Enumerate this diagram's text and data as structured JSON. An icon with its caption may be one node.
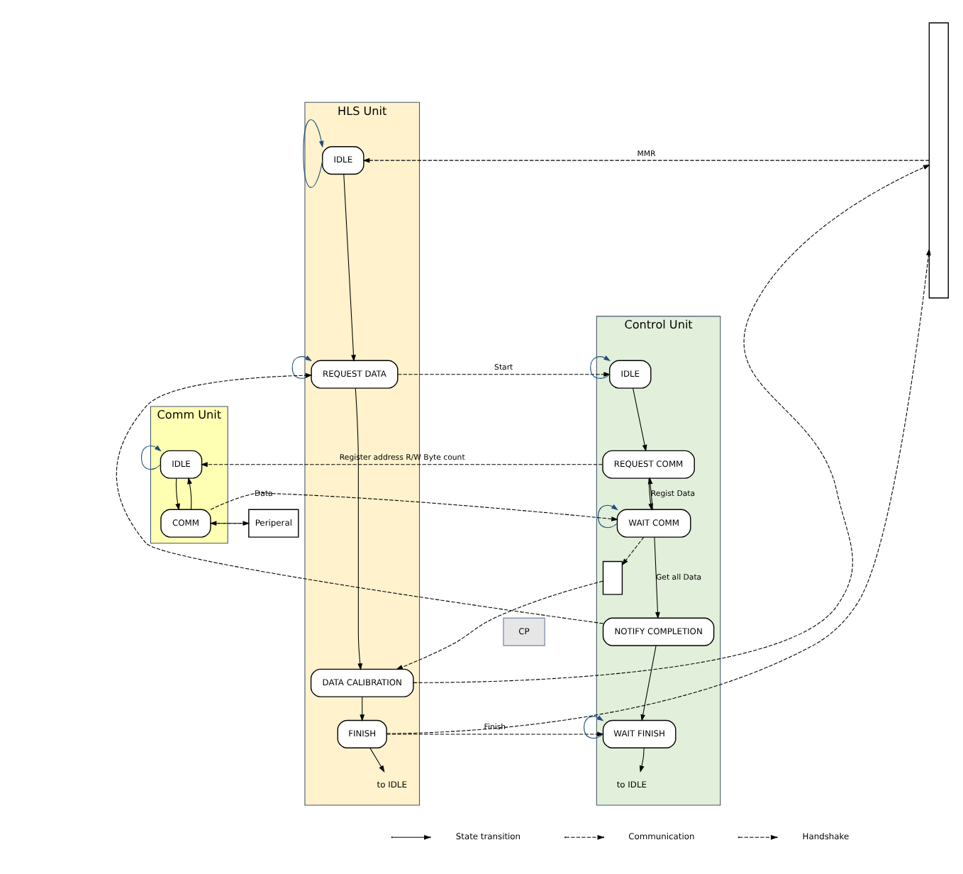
{
  "diagram": {
    "nodes": [
      {
        "text": [
          "HLS Unit"
        ]
      },
      {
        "text": [
          "IDLE"
        ],
        "in": 0
      },
      {
        "text": [
          "REQUEST DATA"
        ],
        "in": 0
      },
      {
        "text": [
          "DATA CALIBRATION"
        ],
        "in": 0
      },
      {
        "text": [
          "FINISH"
        ],
        "in": 0
      },
      {
        "text": [
          "to IDLE"
        ],
        "in": 0
      },
      {
        "text": [
          "Control Unit"
        ]
      },
      {
        "text": [
          "IDLE"
        ],
        "in": 6
      },
      {
        "text": [
          "REQUEST COMM"
        ],
        "in": 6
      },
      {
        "text": [
          "WAIT COMM"
        ],
        "in": 6
      },
      {
        "text": [
          "NOTIFY COMPLETION"
        ],
        "in": 6
      },
      {
        "text": [
          "WAIT FINISH"
        ],
        "in": 6
      },
      {
        "text": [
          "to IDLE"
        ],
        "in": 6
      },
      {
        "text": [],
        "shape": "box",
        "in": 6
      },
      {
        "text": [
          "Comm Unit"
        ]
      },
      {
        "text": [
          "IDLE"
        ],
        "in": 14
      },
      {
        "text": [
          "COMM"
        ],
        "in": 14
      },
      {
        "text": [
          "Periperal"
        ]
      },
      {
        "text": [
          "CP"
        ]
      },
      {
        "text": [],
        "shape": "bar"
      }
    ],
    "edges": [
      {
        "from": 19,
        "to": 1,
        "arrow": "to",
        "style": "dashed",
        "label": "MMR"
      },
      {
        "from": 1,
        "to": 1,
        "arrow": "to",
        "color": "#1f4e79"
      },
      {
        "from": 1,
        "to": 2,
        "arrow": "to"
      },
      {
        "from": 2,
        "to": 2,
        "arrow": "to",
        "color": "#1f4e79"
      },
      {
        "from": 2,
        "to": 7,
        "arrow": "to",
        "style": "dashed",
        "label": "Start"
      },
      {
        "from": 7,
        "to": 7,
        "arrow": "to",
        "color": "#1f4e79"
      },
      {
        "from": 7,
        "to": 8,
        "arrow": "to"
      },
      {
        "from": 8,
        "to": 15,
        "arrow": "to",
        "style": "dashed",
        "label": "Register address R/W Byte count"
      },
      {
        "from": 8,
        "to": 9,
        "arrow": "to"
      },
      {
        "from": 9,
        "to": 8,
        "arrow": "to",
        "label": "Regist Data"
      },
      {
        "from": 9,
        "to": 9,
        "arrow": "to",
        "color": "#1f4e79"
      },
      {
        "from": 15,
        "to": 15,
        "arrow": "to",
        "color": "#1f4e79"
      },
      {
        "from": 15,
        "to": 16,
        "arrow": "to"
      },
      {
        "from": 16,
        "to": 15,
        "arrow": "to"
      },
      {
        "from": 16,
        "to": 9,
        "arrow": "to",
        "style": "dashed",
        "label": "Data"
      },
      {
        "from": 16,
        "to": 17,
        "arrow": "to",
        "style": "dashed"
      },
      {
        "from": 17,
        "to": 16,
        "arrow": "to",
        "style": "dashed"
      },
      {
        "from": 9,
        "to": 13,
        "arrow": "to",
        "style": "dashed"
      },
      {
        "from": 9,
        "to": 10,
        "arrow": "to",
        "label": "Get all Data"
      },
      {
        "from": 10,
        "to": 2,
        "arrow": "to",
        "style": "dashed"
      },
      {
        "from": 13,
        "to": 3,
        "arrow": "to",
        "style": "dashed"
      },
      {
        "from": 2,
        "to": 3,
        "arrow": "to"
      },
      {
        "from": 3,
        "to": 19,
        "arrow": "to",
        "style": "dashed"
      },
      {
        "from": 10,
        "to": 11,
        "arrow": "to"
      },
      {
        "from": 11,
        "to": 11,
        "arrow": "to",
        "color": "#1f4e79"
      },
      {
        "from": 3,
        "to": 4,
        "arrow": "to"
      },
      {
        "from": 4,
        "to": 19,
        "arrow": "to",
        "style": "dashed"
      },
      {
        "from": 4,
        "to": 11,
        "arrow": "to",
        "style": "dashed",
        "label": "Finish"
      },
      {
        "from": 4,
        "to": 5,
        "arrow": "to"
      },
      {
        "from": 11,
        "to": 12,
        "arrow": "to"
      }
    ],
    "legend": [
      {
        "text": "State transition"
      },
      {
        "text": "Communication"
      },
      {
        "text": "Handshake"
      }
    ]
  }
}
